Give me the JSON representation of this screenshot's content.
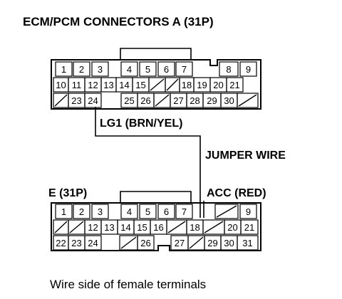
{
  "title": "ECM/PCM CONNECTORS A (31P)",
  "connector_a": {
    "rows": [
      [
        "1",
        "2",
        "3",
        "4",
        "5",
        "6",
        "7",
        "",
        "",
        "8",
        "9"
      ],
      [
        "10",
        "11",
        "12",
        "13",
        "14",
        "15",
        "/",
        "/",
        "18",
        "19",
        "20",
        "21"
      ],
      [
        "/",
        "23",
        "24",
        "",
        "25",
        "26",
        "/",
        "27",
        "28",
        "29",
        "30",
        "/"
      ]
    ]
  },
  "connector_e": {
    "label": "E (31P)",
    "rows": [
      [
        "1",
        "2",
        "3",
        "4",
        "5",
        "6",
        "7",
        "",
        "/",
        "9"
      ],
      [
        "/",
        "/",
        "12",
        "13",
        "14",
        "15",
        "16",
        "/",
        "18",
        "/",
        "20",
        "21"
      ],
      [
        "22",
        "23",
        "24",
        "",
        "/",
        "26",
        "",
        "27",
        "/",
        "29",
        "30",
        "31"
      ]
    ]
  },
  "wire_label": "LG1 (BRN/YEL)",
  "jumper_label": "JUMPER WIRE",
  "acc_label": "ACC (RED)",
  "caption": "Wire side of female terminals",
  "colors": {
    "ink": "#000000",
    "background": "#ffffff"
  }
}
